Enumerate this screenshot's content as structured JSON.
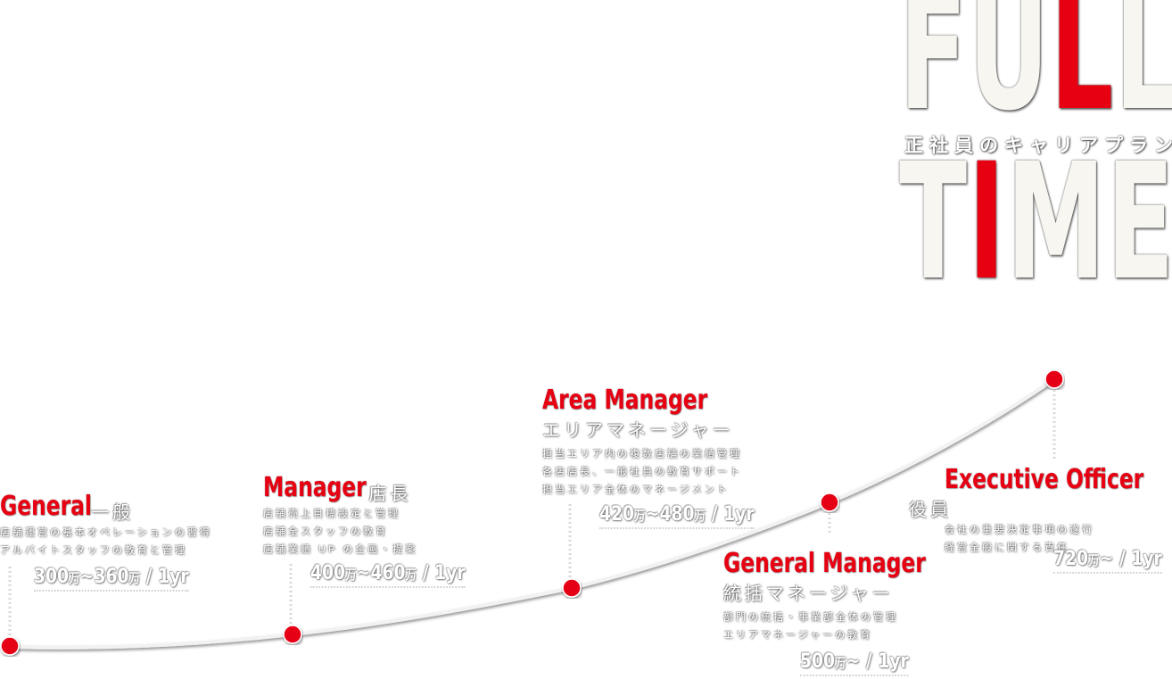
{
  "title": {
    "word_top_pre": "FU",
    "word_top_accent": "L",
    "word_top_post": "L",
    "subtitle": "正社員のキャリアプラン",
    "word_bottom_pre": "T",
    "word_bottom_accent": "I",
    "word_bottom_post": "ME"
  },
  "colors": {
    "accent": "#e60012",
    "text": "#ffffff",
    "title": "#f8f6f1"
  },
  "stops": [
    {
      "title": "General",
      "jp": "一般",
      "desc": [
        "店舗運営の基本オペレーションの習得",
        "アルバイトスタッフの教育と管理"
      ],
      "salary_a": "300",
      "salary_a_unit": "万",
      "salary_sep": "~",
      "salary_b": "360",
      "salary_b_unit": "万",
      "salary_suffix": " / 1yr"
    },
    {
      "title": "Manager",
      "jp": "店長",
      "desc": [
        "店舗売上目標設定と管理",
        "店舗全スタッフの教育",
        "店舗業績 UP の企画・提案"
      ],
      "salary_a": "400",
      "salary_a_unit": "万",
      "salary_sep": "~",
      "salary_b": "460",
      "salary_b_unit": "万",
      "salary_suffix": " / 1yr"
    },
    {
      "title": "Area Manager",
      "jp": "エリアマネージャー",
      "desc": [
        "担当エリア内の複数店舗の業績管理",
        "各店店長、一般社員の教育サポート",
        "担当エリア全体のマネージメント"
      ],
      "salary_a": "420",
      "salary_a_unit": "万",
      "salary_sep": "~",
      "salary_b": "480",
      "salary_b_unit": "万",
      "salary_suffix": " / 1yr"
    },
    {
      "title": "General Manager",
      "jp": "統括マネージャー",
      "desc": [
        "部門の統括・事業部全体の管理",
        "エリアマネージャーの教育"
      ],
      "salary_a": "500",
      "salary_a_unit": "万",
      "salary_sep": "~",
      "salary_suffix": " / 1yr"
    },
    {
      "title": "Executive Officer",
      "jp": "役員",
      "desc": [
        "会社の重要決定事項の遂行",
        "経営全般に関する責任"
      ],
      "salary_a": "720",
      "salary_a_unit": "万",
      "salary_sep": "~",
      "salary_suffix": " / 1yr"
    }
  ]
}
